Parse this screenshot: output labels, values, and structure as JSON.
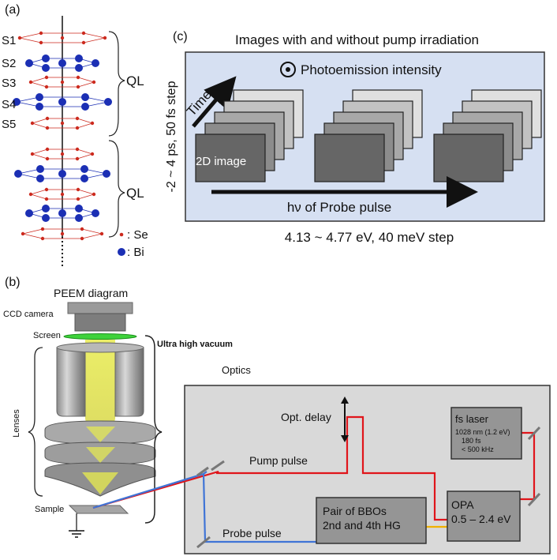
{
  "panels": {
    "a": "(a)",
    "b": "(b)",
    "c": "(c)"
  },
  "crystal": {
    "layers": [
      "S1",
      "S2",
      "S3",
      "S4",
      "S5"
    ],
    "ql_label": "QL",
    "legend": [
      {
        "symbol": "•",
        "label": ": Se",
        "color": "#cc2a1e"
      },
      {
        "symbol": "●",
        "label": ": Bi",
        "color": "#1b2fb4"
      }
    ]
  },
  "measurement": {
    "title": "Images with and without pump irradiation",
    "side_label": "-2 ~ 4 ps, 50 fs step",
    "intensity_label": "Photoemission intensity",
    "time_label": "Time",
    "image_label": "2D image",
    "energy_axis": "hν of Probe pulse",
    "bottom_label": "4.13 ~ 4.77 eV, 40 meV step",
    "box_color": "#d6e0f2"
  },
  "peem": {
    "title": "PEEM diagram",
    "ccd": "CCD camera",
    "screen": "Screen",
    "lenses": "Lenses",
    "sample": "Sample",
    "vacuum": "Ultra high vacuum"
  },
  "optics": {
    "title": "Optics",
    "delay": "Opt. delay",
    "pump": "Pump pulse",
    "probe": "Probe pulse",
    "laser": {
      "name": "fs laser",
      "specs": [
        "1028 nm (1.2 eV)",
        "180 fs",
        "< 500 kHz"
      ]
    },
    "opa": {
      "name": "OPA",
      "range": "0.5 – 2.4 eV"
    },
    "bbo": {
      "line1": "Pair of BBOs",
      "line2": "2nd and 4th HG"
    },
    "colors": {
      "pump": "#e0151b",
      "probe": "#3f74d6",
      "converted": "#f0b100"
    }
  }
}
